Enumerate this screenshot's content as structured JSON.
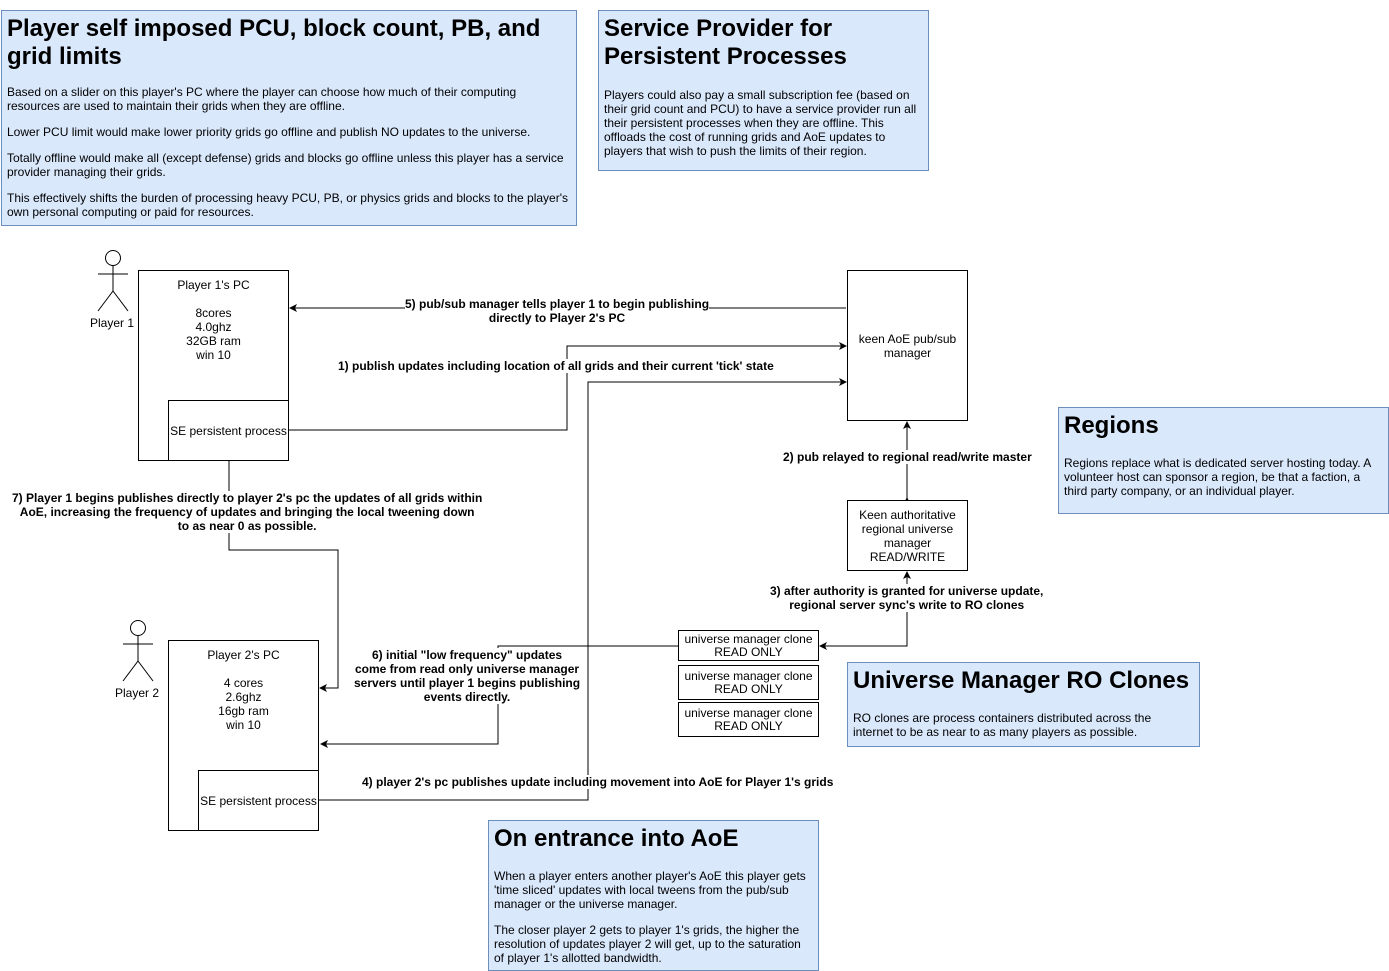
{
  "notes": {
    "player_limits": {
      "title": "Player self imposed PCU, block count, PB, and grid limits",
      "paragraphs": [
        "Based on a slider on this player's PC where the player can choose how much of their computing resources are used to maintain their grids when they are offline.",
        "Lower PCU limit would make lower priority grids go offline and publish NO updates to the universe.",
        "Totally offline would make all (except defense) grids and blocks go offline unless this player has a service provider managing their grids.",
        "This effectively shifts the burden of processing heavy PCU, PB, or physics grids and blocks to the player's own personal computing or paid for resources."
      ]
    },
    "service_provider": {
      "title": "Service Provider for Persistent Processes",
      "paragraphs": [
        "Players could also pay a small subscription fee (based on their grid count and PCU) to have a service provider run all their persistent processes when they are offline. This offloads the cost of running grids and AoE updates to players that wish to push the limits of their region."
      ]
    },
    "regions": {
      "title": "Regions",
      "paragraphs": [
        "Regions replace what is dedicated server hosting today.  A volunteer host can sponsor a region, be that a faction, a third party company, or an individual player."
      ]
    },
    "ro_clones": {
      "title": "Universe Manager RO Clones",
      "paragraphs": [
        "RO clones are process containers distributed across the internet to be as near to as many players as possible."
      ]
    },
    "aoe_entrance": {
      "title": "On entrance into AoE",
      "paragraphs": [
        "When a player enters another player's AoE this player gets 'time sliced' updates with local tweens from the pub/sub manager or the universe manager.",
        "The closer player 2 gets to player 1's grids, the higher the resolution of updates player 2 will get, up to the saturation of player 1's allotted bandwidth."
      ]
    }
  },
  "actors": {
    "player1": "Player 1",
    "player2": "Player 2"
  },
  "nodes": {
    "player1_pc": {
      "title": "Player 1's PC",
      "specs": [
        "8cores",
        "4.0ghz",
        "32GB ram",
        "win 10"
      ],
      "process": "SE persistent process"
    },
    "player2_pc": {
      "title": "Player 2's PC",
      "specs": [
        "4 cores",
        "2.6ghz",
        "16gb ram",
        "win 10"
      ],
      "process": "SE persistent process"
    },
    "pubsub": "keen AoE pub/sub manager",
    "authoritative": "Keen authoritative regional universe manager READ/WRITE",
    "clones": [
      {
        "line1": "universe manager clone",
        "line2": "READ ONLY"
      },
      {
        "line1": "universe manager clone",
        "line2": "READ ONLY"
      },
      {
        "line1": "universe manager clone",
        "line2": "READ ONLY"
      }
    ]
  },
  "edges": {
    "e1": "1) publish updates including location of all grids and their current 'tick' state",
    "e2": "2) pub relayed to regional read/write master",
    "e3_l1": "3) after authority is granted for universe update,",
    "e3_l2": "regional server sync's write to RO clones",
    "e4": "4) player 2's pc publishes update including movement into AoE for Player 1's grids",
    "e5_l1": "5) pub/sub manager tells player 1 to begin publishing",
    "e5_l2": "directly to Player 2's PC",
    "e6": [
      "6) initial \"low frequency\" updates",
      "come from read only universe manager",
      "servers until player 1 begins publishing",
      "events directly."
    ],
    "e7": [
      "7) Player 1 begins publishes directly to player 2's pc the updates of all grids within",
      "AoE, increasing the frequency of updates and bringing the local tweening down",
      "to as near 0 as possible."
    ]
  }
}
